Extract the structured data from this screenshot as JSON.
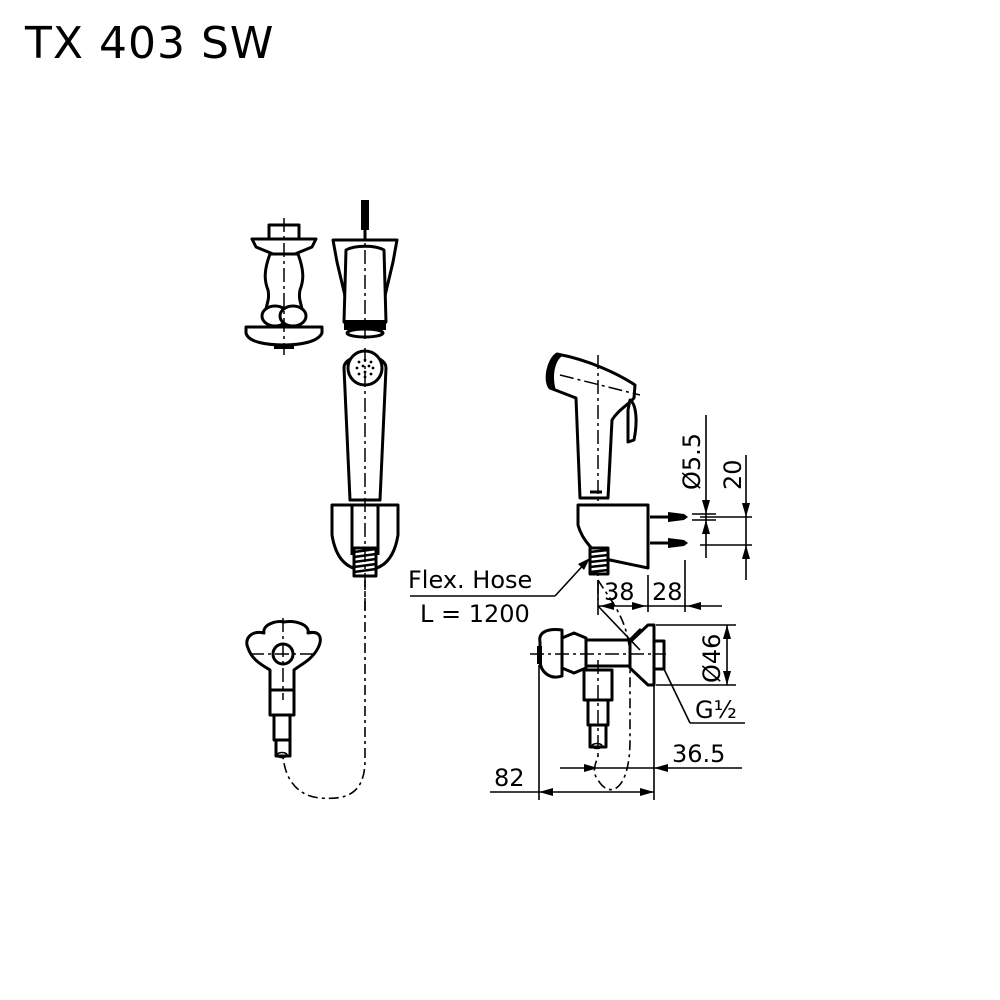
{
  "title": "TX 403 SW",
  "drawing": {
    "colors": {
      "line": "#000000",
      "background": "#ffffff"
    },
    "components": [
      "wall-bracket-front-view",
      "hand-spray-holder-top",
      "hand-spray-front-view",
      "stop-valve-front-view",
      "flexible-hose",
      "hand-spray-side-view",
      "wall-holder-side-view",
      "stop-valve-side-view"
    ],
    "annotations": {
      "hose_label_line1": "Flex. Hose",
      "hose_label_line2": "L = 1200",
      "thread_label": "G½"
    },
    "dimensions": {
      "screw_diameter": "Ø5.5",
      "screw_spacing": "20",
      "holder_depth_1": "38",
      "holder_depth_2": "28",
      "flange_diameter": "Ø46",
      "valve_offset": "36.5",
      "valve_depth": "82"
    }
  }
}
